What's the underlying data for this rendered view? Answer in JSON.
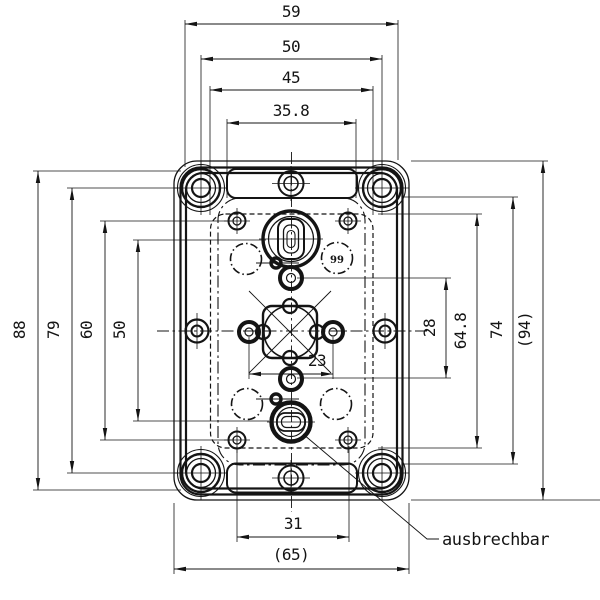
{
  "drawing": {
    "background": "#ffffff",
    "line_color": "#141414",
    "annotation": {
      "label": "ausbrechbar"
    },
    "knockout_mark": "99",
    "dims": {
      "top": [
        "59",
        "50",
        "45",
        "35.8"
      ],
      "left": [
        "88",
        "79",
        "60",
        "50"
      ],
      "right": [
        "28",
        "64.8",
        "74",
        "(94)"
      ],
      "center": [
        "23"
      ],
      "bottom": [
        "31",
        "(65)"
      ]
    }
  }
}
